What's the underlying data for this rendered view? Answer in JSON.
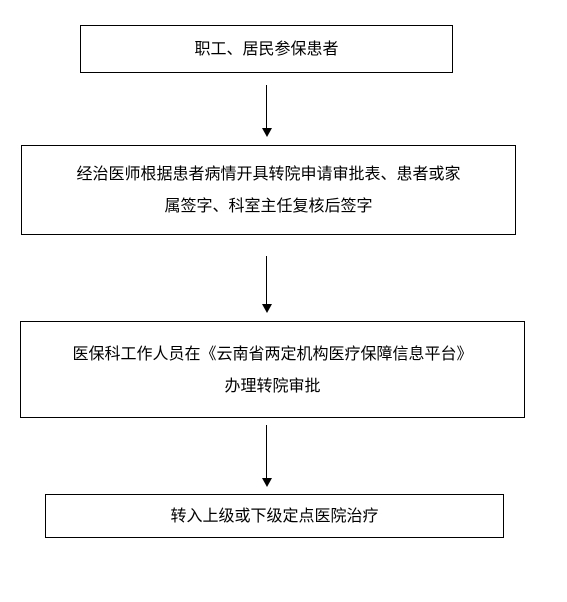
{
  "flowchart": {
    "steps": [
      {
        "lines": [
          "职工、居民参保患者"
        ]
      },
      {
        "lines": [
          "经治医师根据患者病情开具转院申请审批表、患者或家",
          "属签字、科室主任复核后签字"
        ]
      },
      {
        "lines": [
          "医保科工作人员在《云南省两定机构医疗保障信息平台》",
          "办理转院审批"
        ]
      },
      {
        "lines": [
          "转入上级或下级定点医院治疗"
        ]
      }
    ]
  }
}
